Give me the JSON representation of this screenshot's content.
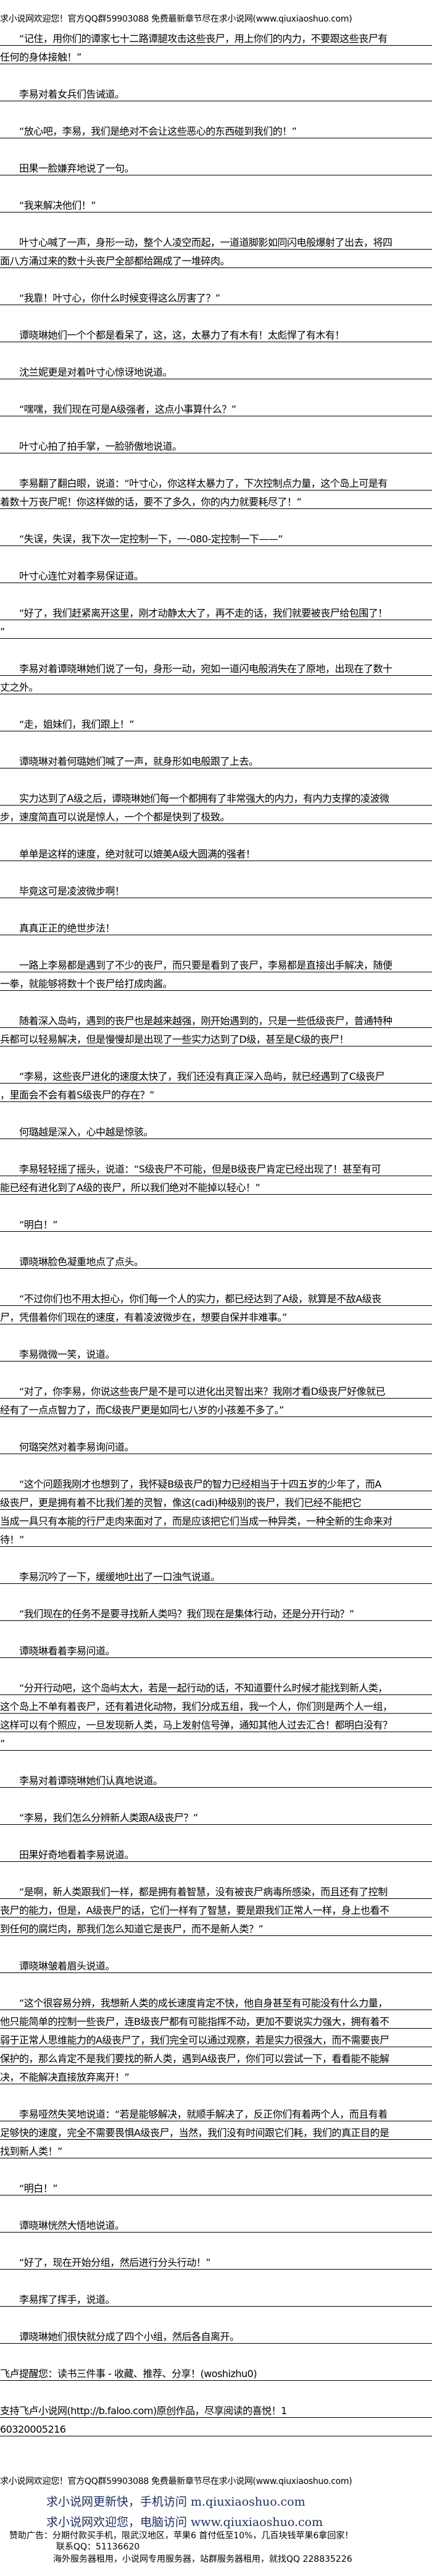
{
  "header_banner": "求小说网欢迎您！官方QQ群59903088 免费最新章节尽在求小说网(www.qiuxiaoshuo.com)",
  "paragraphs": [
    [
      "　　“记住，用你们的谭家七十二路谭腿攻击这些丧尸，用上你们的内力，不要跟这些丧尸有",
      "任何的身体接触！”"
    ],
    [
      "　　李易对着女兵们告诫道。"
    ],
    [
      "　　“放心吧，李易，我们是绝对不会让这些恶心的东西碰到我们的！”"
    ],
    [
      "　　田果一脸嫌弃地说了一句。"
    ],
    [
      "　　“我来解决他们！”"
    ],
    [
      "　　叶寸心喊了一声，身形一动，整个人凌空而起，一道道脚影如同闪电般爆射了出去，将四",
      "面八方涌过来的数十头丧尸全部都给踢成了一堆碎肉。"
    ],
    [
      "　　“我靠！叶寸心，你什么时候变得这么厉害了？”"
    ],
    [
      "　　谭晓琳她们一个个都是看呆了，这，这，太暴力了有木有！太彪悍了有木有！"
    ],
    [
      "　　沈兰妮更是对着叶寸心惊讶地说道。"
    ],
    [
      "　　“嘿嘿，我们现在可是A级强者，这点小事算什么？”"
    ],
    [
      "　　叶寸心拍了拍手掌，一脸骄傲地说道。"
    ],
    [
      "　　李易翻了翻白眼，说道：“叶寸心，你这样太暴力了，下次控制点力量，这个岛上可是有",
      "着数十万丧尸呢！你这样做的话，要不了多久，你的内力就要耗尽了！”"
    ],
    [
      "　　“失误，失误，我下次一定控制一下，一-080-定控制一下——”"
    ],
    [
      "　　叶寸心连忙对着李易保证道。"
    ],
    [
      "　　“好了，我们赶紧离开这里，刚才动静太大了，再不走的话，我们就要被丧尸给包围了！",
      "”"
    ],
    [
      "　　李易对着谭晓琳她们说了一句，身形一动，宛如一道闪电般消失在了原地，出现在了数十",
      "丈之外。"
    ],
    [
      "　　“走，姐妹们，我们跟上！”"
    ],
    [
      "　　谭晓琳对着何璐她们喊了一声，就身形如电般跟了上去。"
    ],
    [
      "　　实力达到了A级之后，谭晓琳她们每一个都拥有了非常强大的内力，有内力支撑的凌波微",
      "步，速度简直可以说是惊人，一个个都是快到了极致。"
    ],
    [
      "　　单单是这样的速度，绝对就可以媲美A级大圆满的强者！"
    ],
    [
      "　　毕竟这可是凌波微步啊！"
    ],
    [
      "　　真真正正的绝世步法！"
    ],
    [
      "　　一路上李易都是遇到了不少的丧尸，而只要是看到了丧尸，李易都是直接出手解决，随便",
      "一拳，就能够将数十个丧尸给打成肉酱。"
    ],
    [
      "　　随着深入岛屿，遇到的丧尸也是越来越强，刚开始遇到的，只是一些低级丧尸，普通特种",
      "兵都可以轻易解决，但是慢慢却是出现了一些实力达到了D级，甚至是C级的丧尸！"
    ],
    [
      "　　“李易，这些丧尸进化的速度太快了，我们还没有真正深入岛屿，就已经遇到了C级丧尸",
      "，里面会不会有着S级丧尸的存在？”"
    ],
    [
      "　　何璐越是深入，心中越是惊骇。"
    ],
    [
      "　　李易轻轻摇了摇头，说道：“S级丧尸不可能，但是B级丧尸肯定已经出现了！甚至有可",
      "能已经有进化到了A级的丧尸，所以我们绝对不能掉以轻心！”"
    ],
    [
      "　　“明白！”"
    ],
    [
      "　　谭晓琳脸色凝重地点了点头。"
    ],
    [
      "　　“不过你们也不用太担心，你们每一个人的实力，都已经达到了A级，就算是不敌A级丧",
      "尸，凭借着你们现在的速度，有着凌波微步在，想要自保并非难事。”"
    ],
    [
      "　　李易微微一笑，说道。"
    ],
    [
      "　　“对了，你李易，你说这些丧尸是不是可以进化出灵智出来？我刚才看D级丧尸好像就已",
      "经有了一点点智力了，而C级丧尸更是如同七八岁的小孩差不多了。”"
    ],
    [
      "　　何璐突然对着李易询问道。"
    ],
    [
      "　　“这个问题我刚才也想到了，我怀疑B级丧尸的智力已经相当于十四五岁的少年了，而A",
      "级丧尸，更是拥有着不比我们差的灵智，像这(cadi)种级别的丧尸，我们已经不能把它",
      "当成一具只有本能的行尸走肉来面对了，而是应该把它们当成一种异类，一种全新的生命来对",
      "待！”"
    ],
    [
      "　　李易沉吟了一下，缓缓地吐出了一口浊气说道。"
    ],
    [
      "　　“我们现在的任务不是要寻找新人类吗？我们现在是集体行动，还是分开行动？”"
    ],
    [
      "　　谭晓琳看着李易问道。"
    ],
    [
      "　　“分开行动吧，这个岛屿太大，若是一起行动的话，不知道要什么时候才能找到新人类，",
      "这个岛上不单有着丧尸，还有着进化动物，我们分成五组，我一个人，你们则是两个人一组，",
      "这样可以有个照应，一旦发现新人类，马上发射信号弹，通知其他人过去汇合！都明白没有？",
      "”"
    ],
    [
      "　　李易对着谭晓琳她们认真地说道。"
    ],
    [
      "　　“李易，我们怎么分辨新人类跟A级丧尸？”"
    ],
    [
      "　　田果好奇地看着李易说道。"
    ],
    [
      "　　“是啊，新人类跟我们一样，都是拥有着智慧，没有被丧尸病毒所感染，而且还有了控制",
      "丧尸的能力，但是，A级丧尸的话，它们一样有了智慧，要是跟我们正常人一样，身上也看不",
      "到任何的腐烂肉，那我们怎么知道它是丧尸，而不是新人类？”"
    ],
    [
      "　　谭晓琳皱着眉头说道。"
    ],
    [
      "　　“这个很容易分辨，我想新人类的成长速度肯定不快，他自身甚至有可能没有什么力量，",
      "他只能简单的控制一些丧尸，连B级丧尸都有可能指挥不动，更加不要说实力强大，拥有着不",
      "弱于正常人思维能力的A级丧尸了，我们完全可以通过观察，若是实力很强大，而不需要丧尸",
      "保护的，那么肯定不是我们要找的新人类，遇到A级丧尸，你们可以尝试一下，看看能不能解",
      "决，不能解决直接放弃离开！”"
    ],
    [
      "　　李易哑然失笑地说道：“若是能够解决，就顺手解决了，反正你们有着两个人，而且有着",
      "足够快的速度，完全不需要畏惧A级丧尸，当然，我们没有时间跟它们耗，我们的真正目的是",
      "找到新人类！”"
    ],
    [
      "　　“明白！”"
    ],
    [
      "　　谭晓琳恍然大悟地说道。"
    ],
    [
      "　　“好了，现在开始分组，然后进行分头行动！”"
    ],
    [
      "　　李易挥了挥手，说道。"
    ],
    [
      "　　谭晓琳她们很快就分成了四个小组，然后各自离开。"
    ],
    [
      "飞卢提醒您：读书三件事 - 收藏、推荐、分享！(woshizhu0)"
    ],
    [
      "支持飞卢小说网(http://b.faloo.com)原创作品，尽享阅读的喜悦！1",
      "60320005216"
    ]
  ],
  "footer": {
    "banner": "求小说网欢迎您！官方QQ群59903088 免费最新章节尽在求小说网(www.qiuxiaoshuo.com)",
    "mobile_promo": "求小说网更新快，手机访问 m.qiuxiaoshuo.com",
    "pc_promo": "求小说网欢迎您，电脑访问 www.qiuxiaoshuo.com",
    "ad_line": "赞助广告：分期付款买手机，限武汉地区，苹果6 首付低至10%，几百块钱苹果6拿回家！",
    "ad_contact": "联系QQ：51136620",
    "server_ad": "海外服务器租用，小说网专用服务器，站群服务器租用，就找QQ 228835226"
  },
  "colors": {
    "promo": "#1f2d5a",
    "text": "#000000"
  }
}
